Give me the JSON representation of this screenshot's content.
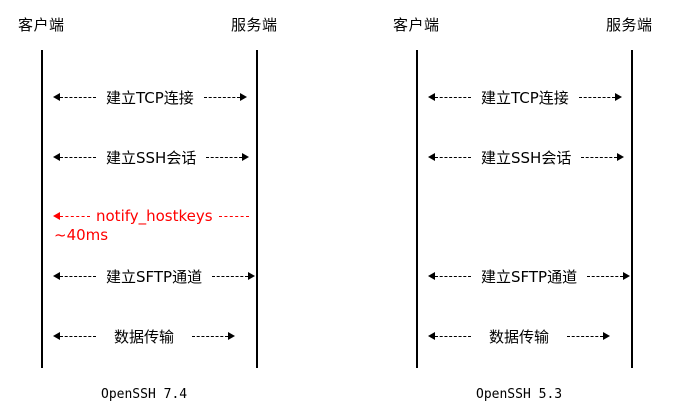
{
  "left": {
    "client_label": "客户端",
    "server_label": "服务端",
    "messages": [
      {
        "label": "建立TCP连接",
        "highlight": false
      },
      {
        "label": "建立SSH会话",
        "highlight": false
      },
      {
        "label": "notify_hostkeys",
        "highlight": true
      },
      {
        "label": "建立SFTP通道",
        "highlight": false
      },
      {
        "label": "数据传输",
        "highlight": false
      }
    ],
    "note": "~40ms",
    "version": "OpenSSH 7.4",
    "highlight_color": "#ff0000"
  },
  "right": {
    "client_label": "客户端",
    "server_label": "服务端",
    "messages": [
      {
        "label": "建立TCP连接"
      },
      {
        "label": "建立SSH会话"
      },
      {
        "label": "建立SFTP通道"
      },
      {
        "label": "数据传输"
      }
    ],
    "version": "OpenSSH 5.3"
  }
}
